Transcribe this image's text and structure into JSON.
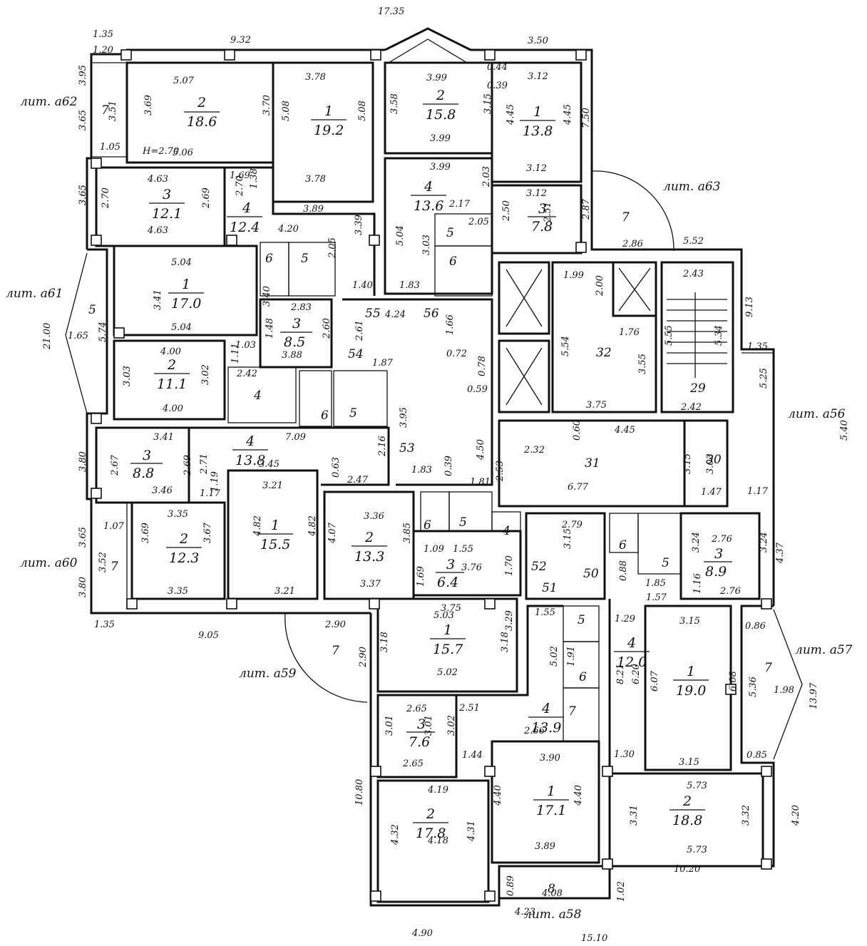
{
  "colors": {
    "ink": "#111111",
    "paper": "#ffffff"
  },
  "overall": [
    {
      "id": "top",
      "text": "17.35"
    },
    {
      "id": "bottom",
      "text": "15.10"
    },
    {
      "id": "left",
      "text": "21.00"
    },
    {
      "id": "right_a57",
      "text": "13.97"
    },
    {
      "id": "bottom_left",
      "text": "10.80"
    }
  ],
  "labels": [
    {
      "id": "a62",
      "text": "лит. а62"
    },
    {
      "id": "a63",
      "text": "лит. а63"
    },
    {
      "id": "a61",
      "text": "лит. а61"
    },
    {
      "id": "a56",
      "text": "лит. а56"
    },
    {
      "id": "a60",
      "text": "лит. а60"
    },
    {
      "id": "a57",
      "text": "лит. а57"
    },
    {
      "id": "a59",
      "text": "лит. а59"
    },
    {
      "id": "a58",
      "text": "лит. а58"
    }
  ],
  "rooms": [
    {
      "id": "r-a-2",
      "no": "2",
      "area": "18.6"
    },
    {
      "id": "r-a-1",
      "no": "1",
      "area": "19.2"
    },
    {
      "id": "r-b-2",
      "no": "2",
      "area": "15.8"
    },
    {
      "id": "r-b-1",
      "no": "1",
      "area": "13.8"
    },
    {
      "id": "r-a-3",
      "no": "3",
      "area": "12.1"
    },
    {
      "id": "r-a-4",
      "no": "4",
      "area": "12.4"
    },
    {
      "id": "r-b-4",
      "no": "4",
      "area": "13.6"
    },
    {
      "id": "r-b-3",
      "no": "3",
      "area": "7.8"
    },
    {
      "id": "r-c-1",
      "no": "1",
      "area": "17.0"
    },
    {
      "id": "r-c-3",
      "no": "3",
      "area": "8.5"
    },
    {
      "id": "r-c-2",
      "no": "2",
      "area": "11.1"
    },
    {
      "id": "r-d-3",
      "no": "3",
      "area": "8.8"
    },
    {
      "id": "r-d-4",
      "no": "4",
      "area": "13.8"
    },
    {
      "id": "r-d-2",
      "no": "2",
      "area": "12.3"
    },
    {
      "id": "r-d-1",
      "no": "1",
      "area": "15.5"
    },
    {
      "id": "r-e-2",
      "no": "2",
      "area": "13.3"
    },
    {
      "id": "r-e-3",
      "no": "3",
      "area": "6.4"
    },
    {
      "id": "r-e-1",
      "no": "1",
      "area": "15.7"
    },
    {
      "id": "r-f-3",
      "no": "3",
      "area": "7.6"
    },
    {
      "id": "r-f-4",
      "no": "4",
      "area": "13.9"
    },
    {
      "id": "r-f-2",
      "no": "2",
      "area": "17.8"
    },
    {
      "id": "r-f-1",
      "no": "1",
      "area": "17.1"
    },
    {
      "id": "r-g-3",
      "no": "3",
      "area": "8.9"
    },
    {
      "id": "r-g-4",
      "no": "4",
      "area": "12.0"
    },
    {
      "id": "r-g-1",
      "no": "1",
      "area": "19.0"
    },
    {
      "id": "r-g-2",
      "no": "2",
      "area": "18.8"
    }
  ],
  "room_numbers": [
    {
      "id": "n7-a62",
      "text": "7"
    },
    {
      "id": "n5-a61",
      "text": "5"
    },
    {
      "id": "n7-a63",
      "text": "7"
    },
    {
      "id": "n32",
      "text": "32"
    },
    {
      "id": "n29",
      "text": "29"
    },
    {
      "id": "n31",
      "text": "31"
    },
    {
      "id": "n30",
      "text": "30"
    },
    {
      "id": "n55",
      "text": "55"
    },
    {
      "id": "n56",
      "text": "56"
    },
    {
      "id": "n54",
      "text": "54"
    },
    {
      "id": "n53",
      "text": "53"
    },
    {
      "id": "n52",
      "text": "52"
    },
    {
      "id": "n51",
      "text": "51"
    },
    {
      "id": "n50",
      "text": "50"
    },
    {
      "id": "n7-a60",
      "text": "7"
    },
    {
      "id": "n7-a59",
      "text": "7"
    },
    {
      "id": "n7-a57",
      "text": "7"
    },
    {
      "id": "n8-a58",
      "text": "8"
    },
    {
      "id": "n6-a",
      "text": "6"
    },
    {
      "id": "n5-a",
      "text": "5"
    },
    {
      "id": "n5-b",
      "text": "5"
    },
    {
      "id": "n6-b",
      "text": "6"
    },
    {
      "id": "n4-c",
      "text": "4"
    },
    {
      "id": "n6-c",
      "text": "6"
    },
    {
      "id": "n5-c",
      "text": "5"
    },
    {
      "id": "n6-e",
      "text": "6"
    },
    {
      "id": "n5-e",
      "text": "5"
    },
    {
      "id": "n4-e",
      "text": "4"
    },
    {
      "id": "n6-g",
      "text": "6"
    },
    {
      "id": "n5-g",
      "text": "5"
    },
    {
      "id": "n5-f",
      "text": "5"
    },
    {
      "id": "n6-f",
      "text": "6"
    },
    {
      "id": "n7-f",
      "text": "7"
    }
  ],
  "dims": [
    "1.35",
    "1.20",
    "9.32",
    "3.95",
    "3.65",
    "3.51",
    "1.05",
    "5.07",
    "3.69",
    "3.70",
    "H=2.70",
    "5.06",
    "3.78",
    "5.08",
    "5.08",
    "3.78",
    "3.99",
    "0.44",
    "0.39",
    "3.58",
    "3.15",
    "3.99",
    "3.50",
    "3.12",
    "4.45",
    "4.45",
    "7.50",
    "3.65",
    "4.63",
    "2.70",
    "2.69",
    "4.63",
    "1.69",
    "1.38",
    "2.70",
    "4.20",
    "3.89",
    "3.39",
    "2.05",
    "3.99",
    "2.03",
    "3.12",
    "2.17",
    "5.04",
    "2.50",
    "3.12",
    "2.51",
    "2.87",
    "2.05",
    "3.03",
    "2.86",
    "5.52",
    "1.40",
    "1.83",
    "5.04",
    "3.41",
    "3.40",
    "2.83",
    "1.48",
    "5.04",
    "2.60",
    "2.61",
    "4.24",
    "1.66",
    "1.99",
    "2.00",
    "2.43",
    "9.13",
    "1.65",
    "5.74",
    "1.76",
    "5.54",
    "3.55",
    "5.55",
    "5.34",
    "4.00",
    "1.11",
    "1.03",
    "3.88",
    "1.87",
    "0.72",
    "0.78",
    "0.59",
    "1.35",
    "3.03",
    "3.02",
    "2.42",
    "4.00",
    "3.75",
    "2.42",
    "5.25",
    "5.40",
    "3.41",
    "3.80",
    "2.67",
    "2.69",
    "2.71",
    "1.19",
    "3.46",
    "3.45",
    "0.63",
    "2.47",
    "7.09",
    "2.16",
    "3.95",
    "4.50",
    "2.32",
    "0.60",
    "4.45",
    "3.15",
    "3.03",
    "1.17",
    "1.17",
    "3.21",
    "1.83",
    "0.39",
    "1.81",
    "2.53",
    "1.47",
    "6.77",
    "3.35",
    "3.36",
    "2.79",
    "3.15",
    "2.76",
    "1.07",
    "3.65",
    "3.69",
    "3.67",
    "4.82",
    "4.82",
    "4.07",
    "3.85",
    "1.09",
    "1.55",
    "3.24",
    "3.24",
    "4.37",
    "3.52",
    "3.80",
    "3.35",
    "3.21",
    "3.37",
    "1.69",
    "3.76",
    "1.70",
    "0.88",
    "1.85",
    "1.57",
    "1.16",
    "2.76",
    "1.35",
    "9.05",
    "2.90",
    "3.75",
    "5.03",
    "1.55",
    "1.29",
    "3.15",
    "0.86",
    "2.90",
    "3.18",
    "3.18",
    "3.29",
    "5.02",
    "1.91",
    "8.21",
    "6.20",
    "6.07",
    "6.08",
    "5.36",
    "1.98",
    "5.02",
    "2.65",
    "2.51",
    "3.01",
    "3.01",
    "3.02",
    "2.66",
    "2.65",
    "1.44",
    "3.90",
    "1.30",
    "3.15",
    "0.85",
    "4.19",
    "5.73",
    "4.40",
    "4.40",
    "3.31",
    "3.32",
    "4.20",
    "4.32",
    "4.31",
    "4.18",
    "3.89",
    "5.73",
    "0.89",
    "4.08",
    "1.02",
    "10.20",
    "4.90",
    "4.23"
  ]
}
